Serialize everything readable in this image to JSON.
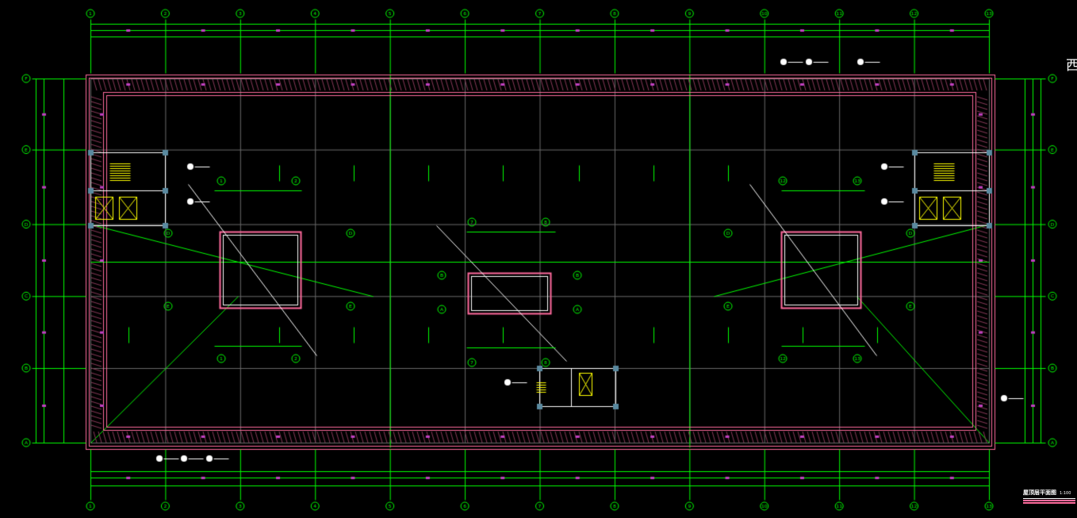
{
  "colors": {
    "background": "#000000",
    "grid": "#00ff00",
    "grid_light": "#6a6a6a",
    "wall": "#ff6b9d",
    "wall_fill": "#8a3a5a",
    "structure": "#ffffff",
    "column": "#5a8aa0",
    "stair": "#ffff00",
    "dim_mark": "#c040c0",
    "bubble": "#00ff00"
  },
  "drawing": {
    "grid_columns": [
      {
        "label": "1",
        "x": 0
      },
      {
        "label": "2",
        "x": 8.4
      },
      {
        "label": "3",
        "x": 16.8
      },
      {
        "label": "4",
        "x": 25.2
      },
      {
        "label": "5",
        "x": 33.6
      },
      {
        "label": "6",
        "x": 42.0
      },
      {
        "label": "7",
        "x": 50.4
      },
      {
        "label": "8",
        "x": 58.8
      },
      {
        "label": "9",
        "x": 67.2
      },
      {
        "label": "10",
        "x": 75.6
      },
      {
        "label": "11",
        "x": 84.0
      },
      {
        "label": "12",
        "x": 92.4
      },
      {
        "label": "13",
        "x": 100.8
      }
    ],
    "grid_rows": [
      {
        "label": "F",
        "y": 0
      },
      {
        "label": "E",
        "y": 8.1
      },
      {
        "label": "D",
        "y": 16.6
      },
      {
        "label": "C",
        "y": 24.8
      },
      {
        "label": "B",
        "y": 33.0
      },
      {
        "label": "A",
        "y": 41.5
      }
    ],
    "opening_labels": [
      "1",
      "2",
      "D",
      "E",
      "7",
      "8",
      "B",
      "A",
      "12",
      "13"
    ]
  },
  "side_char": "西",
  "title": {
    "name": "屋顶层平面图",
    "scale": "1:100"
  }
}
